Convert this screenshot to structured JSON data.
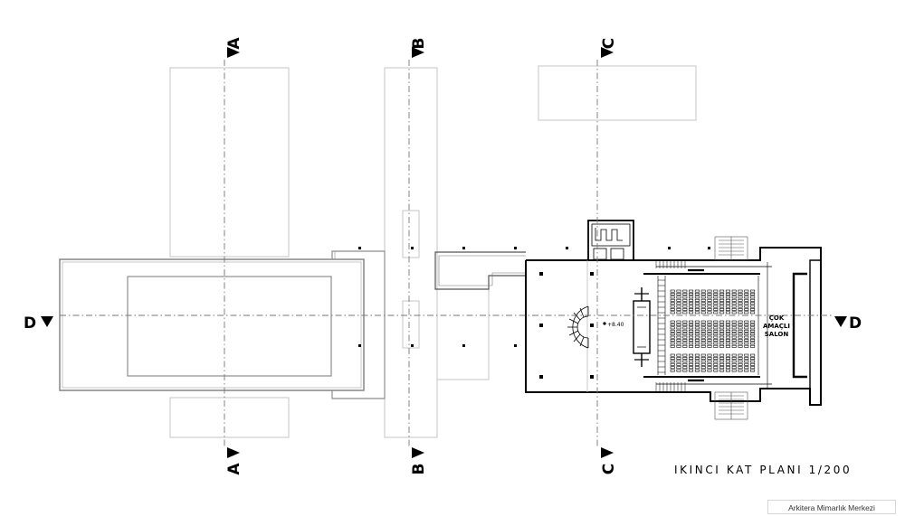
{
  "plan": {
    "title": "IKINCI KAT PLANI 1/200",
    "credit": "Arkitera Mimarlık Merkezi",
    "level_mark": "+8.40",
    "hall_label": [
      "ÇOK",
      "AMAÇLI",
      "SALON"
    ],
    "sections": {
      "a": "A",
      "b": "B",
      "c": "C",
      "d": "D"
    },
    "colors": {
      "ink": "#000000",
      "faint": "#b5b5b5",
      "axis": "#7a7a7a"
    }
  }
}
